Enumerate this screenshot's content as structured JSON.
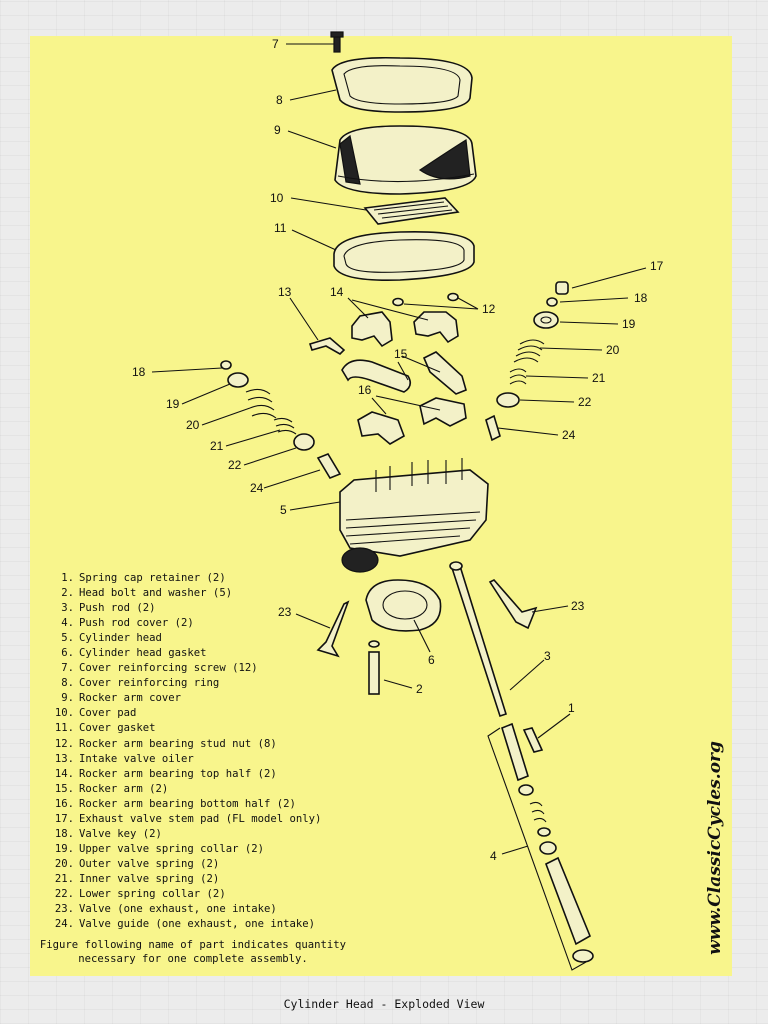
{
  "callouts": {
    "c7": "7",
    "c8": "8",
    "c9": "9",
    "c10": "10",
    "c11": "11",
    "c17": "17",
    "c18_right": "18",
    "c19_right": "19",
    "c20_right": "20",
    "c21_right": "21",
    "c22_right": "22",
    "c24_right": "24",
    "c13": "13",
    "c14": "14",
    "c12": "12",
    "c15": "15",
    "c16": "16",
    "c18_left": "18",
    "c19_left": "19",
    "c20_left": "20",
    "c21_left": "21",
    "c22_left": "22",
    "c24_left": "24",
    "c5": "5",
    "c23_left": "23",
    "c6": "6",
    "c2": "2",
    "c3": "3",
    "c23_right": "23",
    "c1": "1",
    "c4": "4"
  },
  "legend": [
    {
      "num": "1.",
      "text": "Spring cap retainer (2)"
    },
    {
      "num": "2.",
      "text": "Head bolt and washer (5)"
    },
    {
      "num": "3.",
      "text": "Push rod (2)"
    },
    {
      "num": "4.",
      "text": "Push rod cover (2)"
    },
    {
      "num": "5.",
      "text": "Cylinder head"
    },
    {
      "num": "6.",
      "text": "Cylinder head gasket"
    },
    {
      "num": "7.",
      "text": "Cover reinforcing screw (12)"
    },
    {
      "num": "8.",
      "text": "Cover reinforcing ring"
    },
    {
      "num": "9.",
      "text": "Rocker arm cover"
    },
    {
      "num": "10.",
      "text": "Cover pad"
    },
    {
      "num": "11.",
      "text": "Cover gasket"
    },
    {
      "num": "12.",
      "text": "Rocker arm bearing stud nut (8)"
    },
    {
      "num": "13.",
      "text": "Intake valve oiler"
    },
    {
      "num": "14.",
      "text": "Rocker arm bearing top half (2)"
    },
    {
      "num": "15.",
      "text": "Rocker arm (2)"
    },
    {
      "num": "16.",
      "text": "Rocker arm bearing bottom half (2)"
    },
    {
      "num": "17.",
      "text": "Exhaust valve stem pad (FL model only)"
    },
    {
      "num": "18.",
      "text": "Valve key (2)"
    },
    {
      "num": "19.",
      "text": "Upper valve spring collar (2)"
    },
    {
      "num": "20.",
      "text": "Outer valve spring (2)"
    },
    {
      "num": "21.",
      "text": "Inner valve spring (2)"
    },
    {
      "num": "22.",
      "text": "Lower spring collar (2)"
    },
    {
      "num": "23.",
      "text": "Valve (one exhaust, one intake)"
    },
    {
      "num": "24.",
      "text": "Valve guide (one exhaust, one intake)"
    }
  ],
  "note_line1": "Figure following name of part indicates quantity",
  "note_line2": "necessary for one complete assembly.",
  "caption": "Cylinder Head - Exploded View",
  "watermark": "www.ClassicCycles.org",
  "colors": {
    "sheet": "#f8f58c",
    "ink": "#111111",
    "page": "#ececec"
  }
}
